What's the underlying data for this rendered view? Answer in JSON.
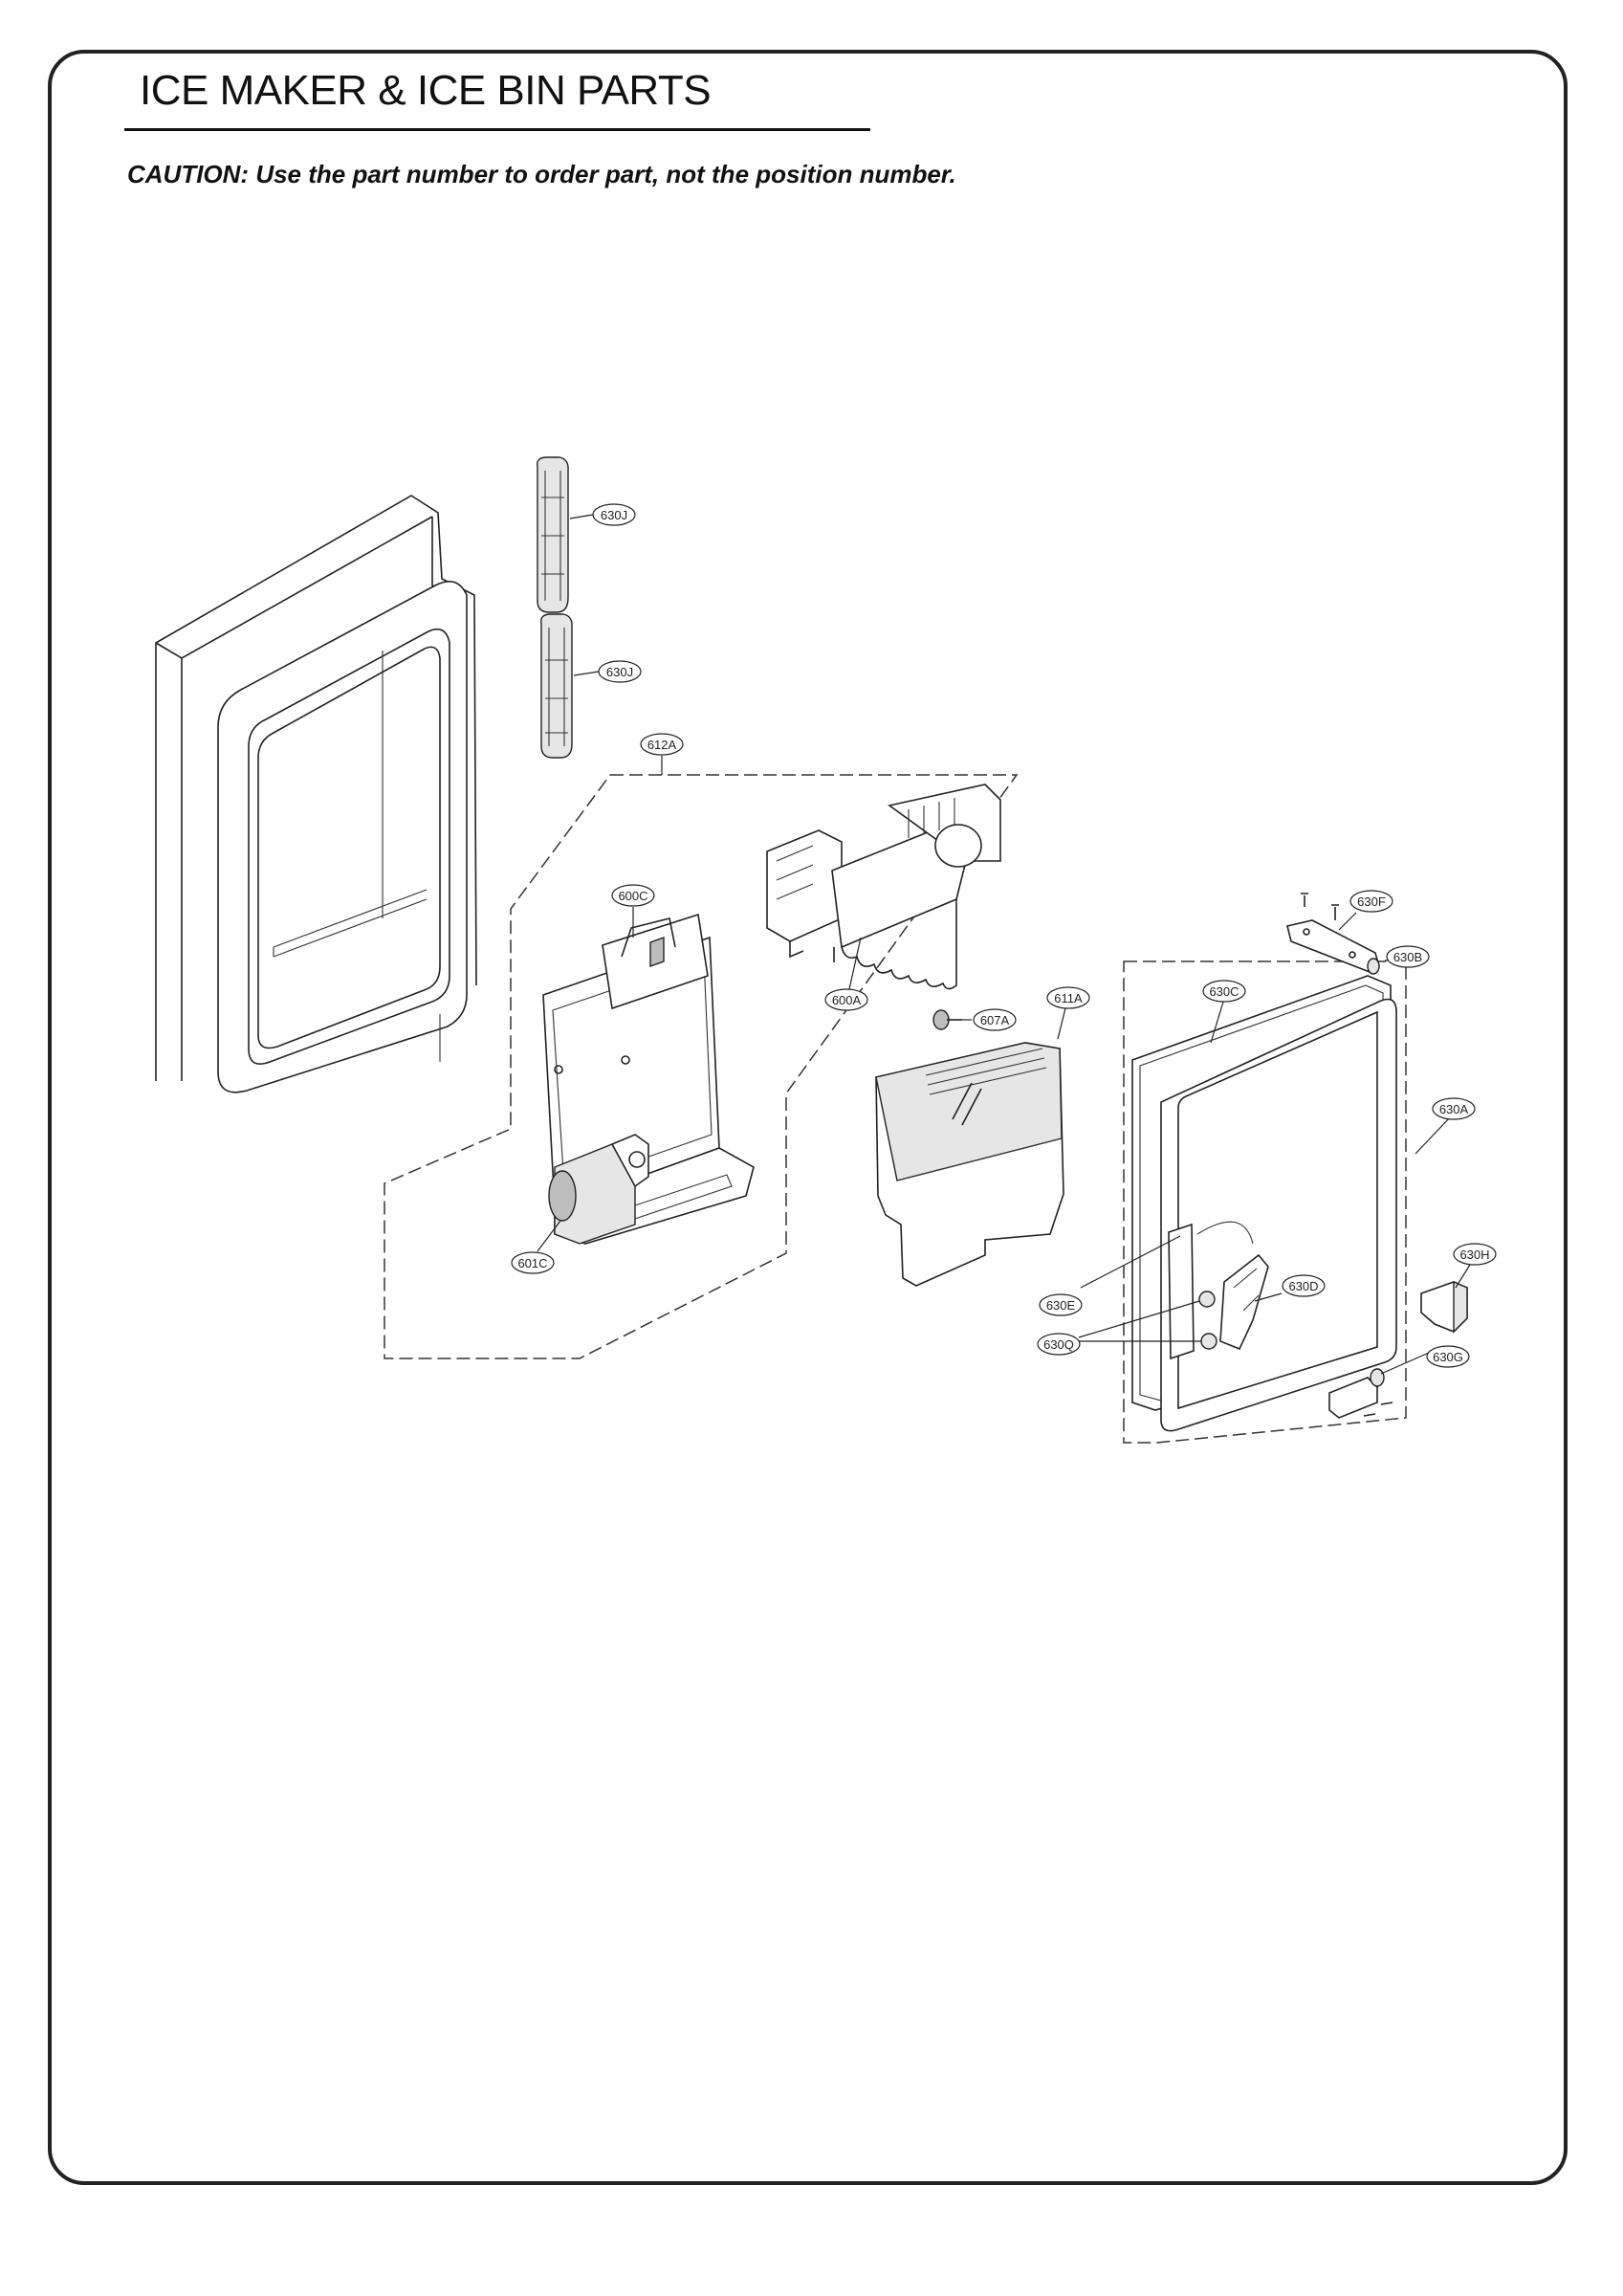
{
  "header": {
    "title": "ICE MAKER & ICE BIN PARTS",
    "caution": "CAUTION: Use the part number to order part, not the position number."
  },
  "callouts": {
    "c630J_top": "630J",
    "c630J_bottom": "630J",
    "c612A": "612A",
    "c600C": "600C",
    "c600A": "600A",
    "c607A": "607A",
    "c611A": "611A",
    "c601C": "601C",
    "c630F": "630F",
    "c630B": "630B",
    "c630C": "630C",
    "c630A": "630A",
    "c630H": "630H",
    "c630D": "630D",
    "c630E": "630E",
    "c630Q": "630Q",
    "c630G": "630G"
  }
}
